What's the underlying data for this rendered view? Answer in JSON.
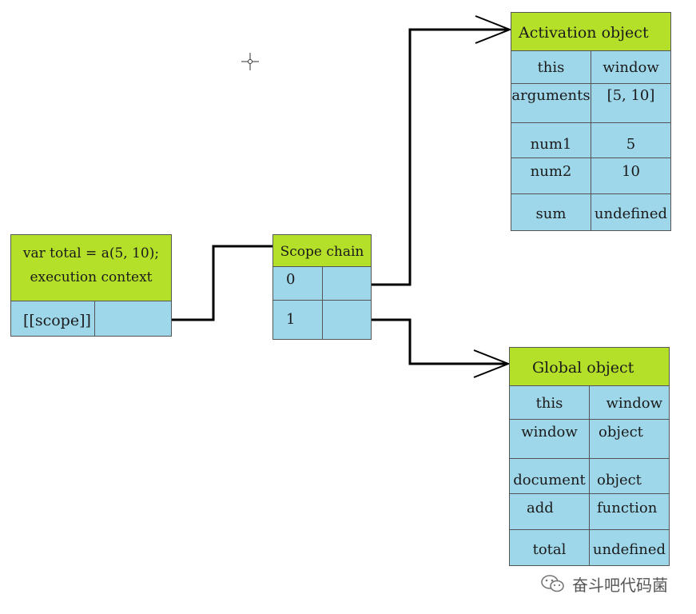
{
  "execution_context": {
    "title_line1": "var total = a(5, 10);",
    "title_line2": "execution context",
    "scope_label": "[[scope]]"
  },
  "scope_chain": {
    "title": "Scope chain",
    "rows": [
      {
        "index": "0"
      },
      {
        "index": "1"
      }
    ]
  },
  "activation_object": {
    "title": "Activation object",
    "rows": [
      {
        "name": "this",
        "value": "window"
      },
      {
        "name": "arguments",
        "value": "[5, 10]"
      },
      {
        "name": "num1",
        "value": "5"
      },
      {
        "name": "num2",
        "value": "10"
      },
      {
        "name": "sum",
        "value": "undefined"
      }
    ]
  },
  "global_object": {
    "title": "Global object",
    "rows": [
      {
        "name": "this",
        "value": "window"
      },
      {
        "name": "window",
        "value": "object"
      },
      {
        "name": "document",
        "value": "object"
      },
      {
        "name": "add",
        "value": "function"
      },
      {
        "name": "total",
        "value": "undefined"
      }
    ]
  },
  "watermark": {
    "text": "奋斗吧代码菌",
    "icon": "wechat-icon"
  },
  "colors": {
    "header_green": "#b5e02a",
    "cell_blue": "#9fd7ea",
    "line": "#000000"
  }
}
